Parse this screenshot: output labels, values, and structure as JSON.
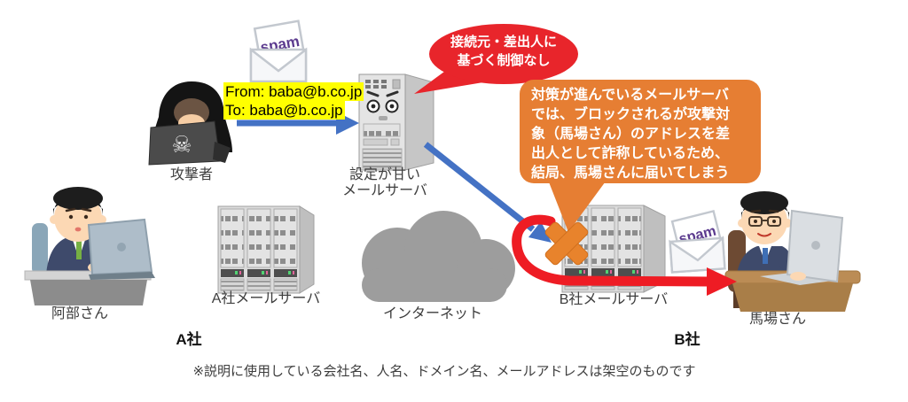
{
  "email": {
    "spam_label": "spam",
    "from": "From: baba@b.co.jp",
    "to": "To: baba@b.co.jp"
  },
  "bubbles": {
    "no_control_line1": "接続元・差出人に",
    "no_control_line2": "基づく制御なし",
    "blocked_explain": "対策が進んでいるメールサーバでは、ブロックされるが攻撃対象（馬場さん）のアドレスを差出人として詐称しているため、結局、馬場さんに届いてしまう"
  },
  "labels": {
    "attacker": "攻撃者",
    "weak_server_line1": "設定が甘い",
    "weak_server_line2": "メールサーバ",
    "abe": "阿部さん",
    "a_mail_server": "A社メールサーバ",
    "internet": "インターネット",
    "b_mail_server": "B社メールサーバ",
    "baba": "馬場さん",
    "company_a": "A社",
    "company_b": "B社"
  },
  "footnote": "※説明に使用している会社名、人名、ドメイン名、メールアドレスは架空のものです",
  "colors": {
    "bubble_red": "#e8252b",
    "bubble_orange": "#e67e33",
    "cross_orange": "#e8832c",
    "arrow_blue": "#4472c4",
    "arrow_red": "#ee1c24",
    "highlight_yellow": "#ffff00",
    "spam_purple": "#5b3a8e",
    "cloud_gray": "#9d9d9d"
  }
}
